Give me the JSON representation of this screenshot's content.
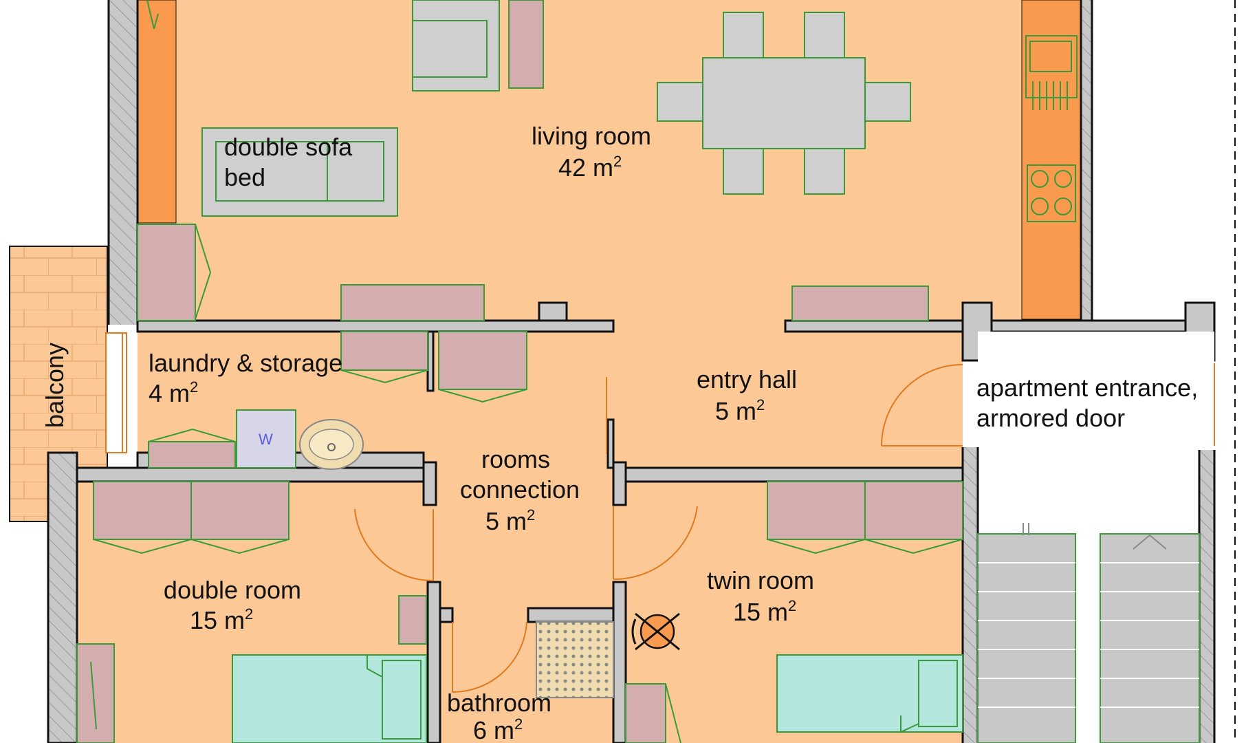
{
  "rooms": {
    "living_room": {
      "name": "living room",
      "area": "42 m",
      "sup": "2"
    },
    "laundry": {
      "name": "laundry & storage",
      "area": "4 m",
      "sup": "2"
    },
    "entry_hall": {
      "name": "entry hall",
      "area": "5 m",
      "sup": "2"
    },
    "rooms_connection": {
      "name_line1": "rooms",
      "name_line2": "connection",
      "area": "5 m",
      "sup": "2"
    },
    "double_room": {
      "name": "double room",
      "area": "15 m",
      "sup": "2"
    },
    "twin_room": {
      "name": "twin room",
      "area": "15 m",
      "sup": "2"
    },
    "bathroom": {
      "name": "bathroom",
      "area": "6 m",
      "sup": "2"
    }
  },
  "labels": {
    "balcony": "balcony",
    "sofa_line1": "double sofa",
    "sofa_line2": "bed",
    "entrance_line1": "apartment entrance,",
    "entrance_line2": "armored door",
    "washer": "W"
  },
  "colors": {
    "floor": "#fbc896",
    "kitchen_counter": "#f99a4f",
    "wall": "#c8c8c8",
    "furniture": "#d4aeae",
    "bed": "#b3e6dc",
    "outline": "#3a9a3a",
    "door_swing": "#e07a1e"
  }
}
